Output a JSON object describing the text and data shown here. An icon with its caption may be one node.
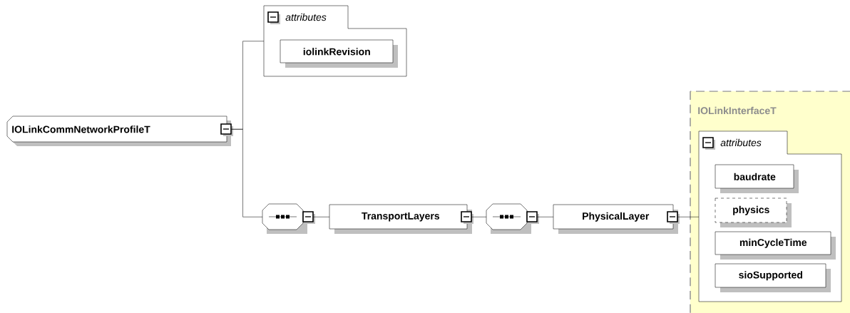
{
  "diagram": {
    "nodes": [
      {
        "text": [
          "IOLinkCommNetworkProfileT"
        ]
      },
      {
        "text": [
          "attributes"
        ]
      },
      {
        "text": [
          "iolinkRevision"
        ],
        "in": 1
      },
      {
        "text": [],
        "shape": "octagon"
      },
      {
        "text": [
          "TransportLayers"
        ]
      },
      {
        "text": [],
        "shape": "octagon"
      },
      {
        "text": [
          "PhysicalLayer"
        ]
      },
      {
        "text": [
          "IOLinkInterfaceT"
        ]
      },
      {
        "text": [
          "attributes"
        ],
        "in": 7
      },
      {
        "text": [
          "baudrate"
        ],
        "in": 8
      },
      {
        "text": [
          "physics"
        ],
        "in": 8
      },
      {
        "text": [
          "minCycleTime"
        ],
        "in": 8
      },
      {
        "text": [
          "sioSupported"
        ],
        "in": 8
      }
    ],
    "edges": [
      {
        "from": 0,
        "to": 1,
        "arrow": "none"
      },
      {
        "from": 0,
        "to": 3,
        "arrow": "none"
      },
      {
        "from": 3,
        "to": 4,
        "arrow": "none"
      },
      {
        "from": 4,
        "to": 5,
        "arrow": "none"
      },
      {
        "from": 5,
        "to": 6,
        "arrow": "none"
      },
      {
        "from": 6,
        "to": 8,
        "arrow": "none"
      }
    ]
  }
}
